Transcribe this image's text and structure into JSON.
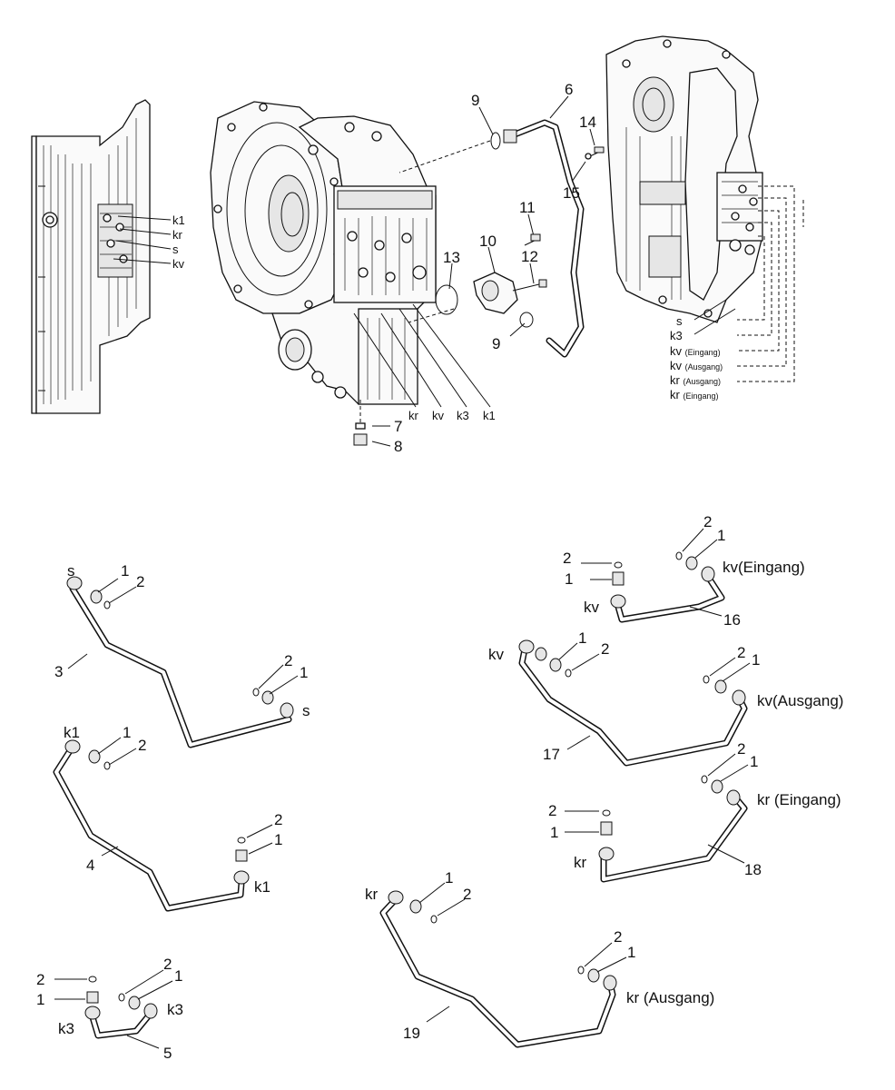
{
  "callouts": {
    "left_housing": [
      "k1",
      "kr",
      "s",
      "kv"
    ],
    "center": [
      "9",
      "6",
      "14",
      "15",
      "11",
      "10",
      "12",
      "13",
      "9",
      "kr",
      "kv",
      "k3",
      "k1",
      "7",
      "8"
    ],
    "right_housing": [
      "s",
      "k3",
      "kv",
      "(Eingang)",
      "kv",
      "(Ausgang)",
      "kr",
      "(Ausgang)",
      "kr",
      "(Eingang)"
    ],
    "pipe_3": [
      "s",
      "1",
      "2",
      "3",
      "2",
      "1",
      "s"
    ],
    "pipe_4": [
      "k1",
      "1",
      "2",
      "4",
      "2",
      "1",
      "k1"
    ],
    "pipe_5": [
      "2",
      "1",
      "k3",
      "2",
      "1",
      "k3",
      "5"
    ],
    "pipe_16": [
      "2",
      "1",
      "kv",
      "2",
      "1",
      "kv(Eingang)",
      "16"
    ],
    "pipe_17": [
      "kv",
      "1",
      "2",
      "17",
      "2",
      "1",
      "kv(Ausgang)"
    ],
    "pipe_18": [
      "2",
      "1",
      "kr",
      "2",
      "1",
      "kr (Eingang)",
      "18"
    ],
    "pipe_19": [
      "kr",
      "1",
      "2",
      "19",
      "2",
      "1",
      "kr (Ausgang)"
    ]
  }
}
